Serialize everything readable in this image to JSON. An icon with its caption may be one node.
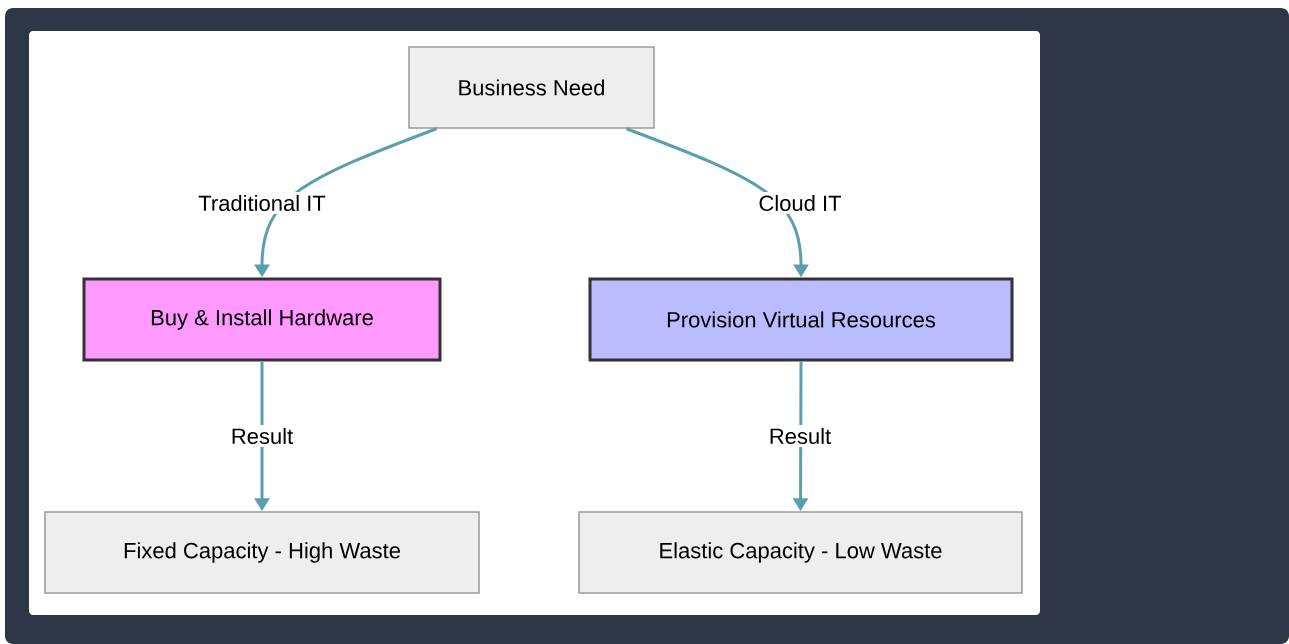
{
  "diagram": {
    "nodes": [
      {
        "text": [
          "Business Need"
        ]
      },
      {
        "text": [
          "Buy & Install Hardware"
        ]
      },
      {
        "text": [
          "Provision Virtual Resources"
        ]
      },
      {
        "text": [
          "Fixed Capacity - High Waste"
        ]
      },
      {
        "text": [
          "Elastic Capacity - Low Waste"
        ]
      }
    ],
    "edges": [
      {
        "from": 0,
        "to": 1,
        "arrow": "to",
        "label": "Traditional IT"
      },
      {
        "from": 0,
        "to": 2,
        "arrow": "to",
        "label": "Cloud IT"
      },
      {
        "from": 1,
        "to": 3,
        "arrow": "to",
        "label": "Result"
      },
      {
        "from": 2,
        "to": 4,
        "arrow": "to",
        "label": "Result"
      }
    ]
  }
}
